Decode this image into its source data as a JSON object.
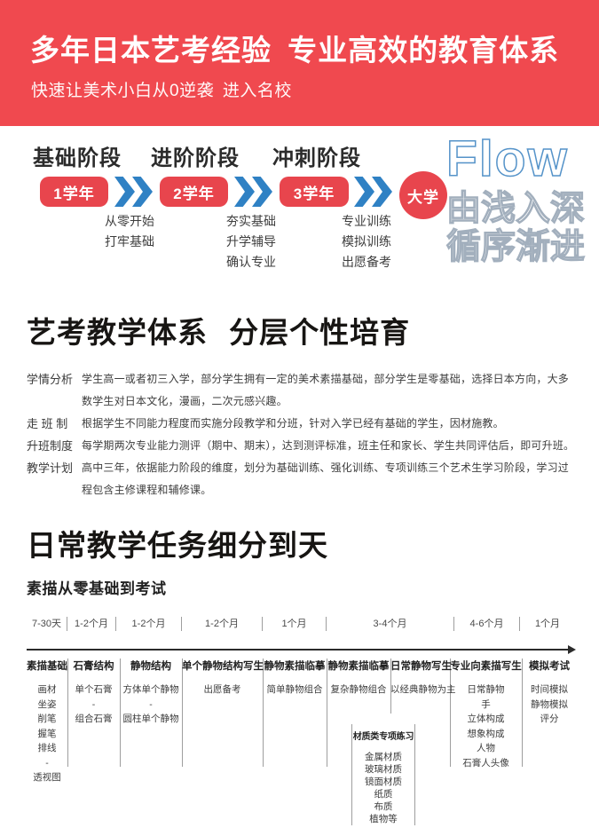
{
  "colors": {
    "banner_red": "#f0494f",
    "pill_red": "#e8454d",
    "chevron_blue": "#2f81c4",
    "flow_outline_blue": "#5593c9",
    "cn_outline_gray": "#a2afbd",
    "text_dark": "#3d3d3d",
    "line_gray": "#9e9e9e"
  },
  "banner": {
    "title": "多年日本艺考经验 专业高效的教育体系",
    "subtitle": "快速让美术小白从0逆袭 进入名校"
  },
  "flow": {
    "stages": [
      {
        "title": "基础阶段",
        "pill": "1学年",
        "bullets": [
          "从零开始",
          "打牢基础"
        ]
      },
      {
        "title": "进阶阶段",
        "pill": "2学年",
        "bullets": [
          "夯实基础",
          "升学辅导",
          "确认专业"
        ]
      },
      {
        "title": "冲刺阶段",
        "pill": "3学年",
        "bullets": [
          "专业训练",
          "模拟训练",
          "出愿备考"
        ]
      }
    ],
    "end": "大学",
    "watermark": {
      "en": "Flow",
      "cn1": "由浅入深",
      "cn2": "循序渐进"
    }
  },
  "system": {
    "title": "艺考教学体系 分层个性培育",
    "rows": [
      {
        "label": "学情分析",
        "text": "学生高一或者初三入学，部分学生拥有一定的美术素描基础，部分学生是零基础，选择日本方向，大多数学生对日本文化，漫画，二次元感兴趣。"
      },
      {
        "label": "走 班 制",
        "text": "根据学生不同能力程度而实施分段教学和分班，针对入学已经有基础的学生，因材施教。"
      },
      {
        "label": "升班制度",
        "text": "每学期两次专业能力测评（期中、期末），达到测评标准，班主任和家长、学生共同评估后，即可升班。"
      },
      {
        "label": "教学计划",
        "text": "高中三年，依据能力阶段的维度，划分为基础训练、强化训练、专项训练三个艺术生学习阶段，学习过程包含主修课程和辅修课。"
      }
    ]
  },
  "daily": {
    "title": "日常教学任务细分到天",
    "subtitle": "素描从零基础到考试",
    "durations": [
      "7-30天",
      "1-2个月",
      "1-2个月",
      "1-2个月",
      "1个月",
      "3-4个月",
      "4-6个月",
      "1个月"
    ],
    "columns": [
      {
        "header": "素描基础",
        "items": [
          "画材",
          "坐姿",
          "削笔",
          "握笔",
          "排线",
          "-",
          "透视图"
        ]
      },
      {
        "header": "石膏结构",
        "items": [
          "单个石膏",
          "-",
          "组合石膏"
        ]
      },
      {
        "header": "静物结构",
        "items": [
          "方体单个静物",
          "-",
          "圆柱单个静物"
        ]
      },
      {
        "header": "单个静物结构写生",
        "items": [
          "出愿备考"
        ]
      },
      {
        "header": "静物素描临摹",
        "items": [
          "简单静物组合"
        ]
      },
      {
        "header": "静物素描临摹",
        "items": [
          "复杂静物组合"
        ]
      },
      {
        "header": "日常静物写生",
        "items": [
          "以经典静物为主"
        ]
      },
      {
        "header": "专业向素描写生",
        "items": [
          "日常静物",
          "手",
          "立体构成",
          "想象构成",
          "人物",
          "石膏人头像"
        ]
      },
      {
        "header": "模拟考试",
        "items": [
          "时间模拟",
          "静物模拟",
          "评分"
        ]
      }
    ],
    "material_box": {
      "title": "材质类专项练习",
      "items": [
        "金属材质",
        "玻璃材质",
        "镜面材质",
        "纸质",
        "布质",
        "植物等"
      ]
    }
  }
}
